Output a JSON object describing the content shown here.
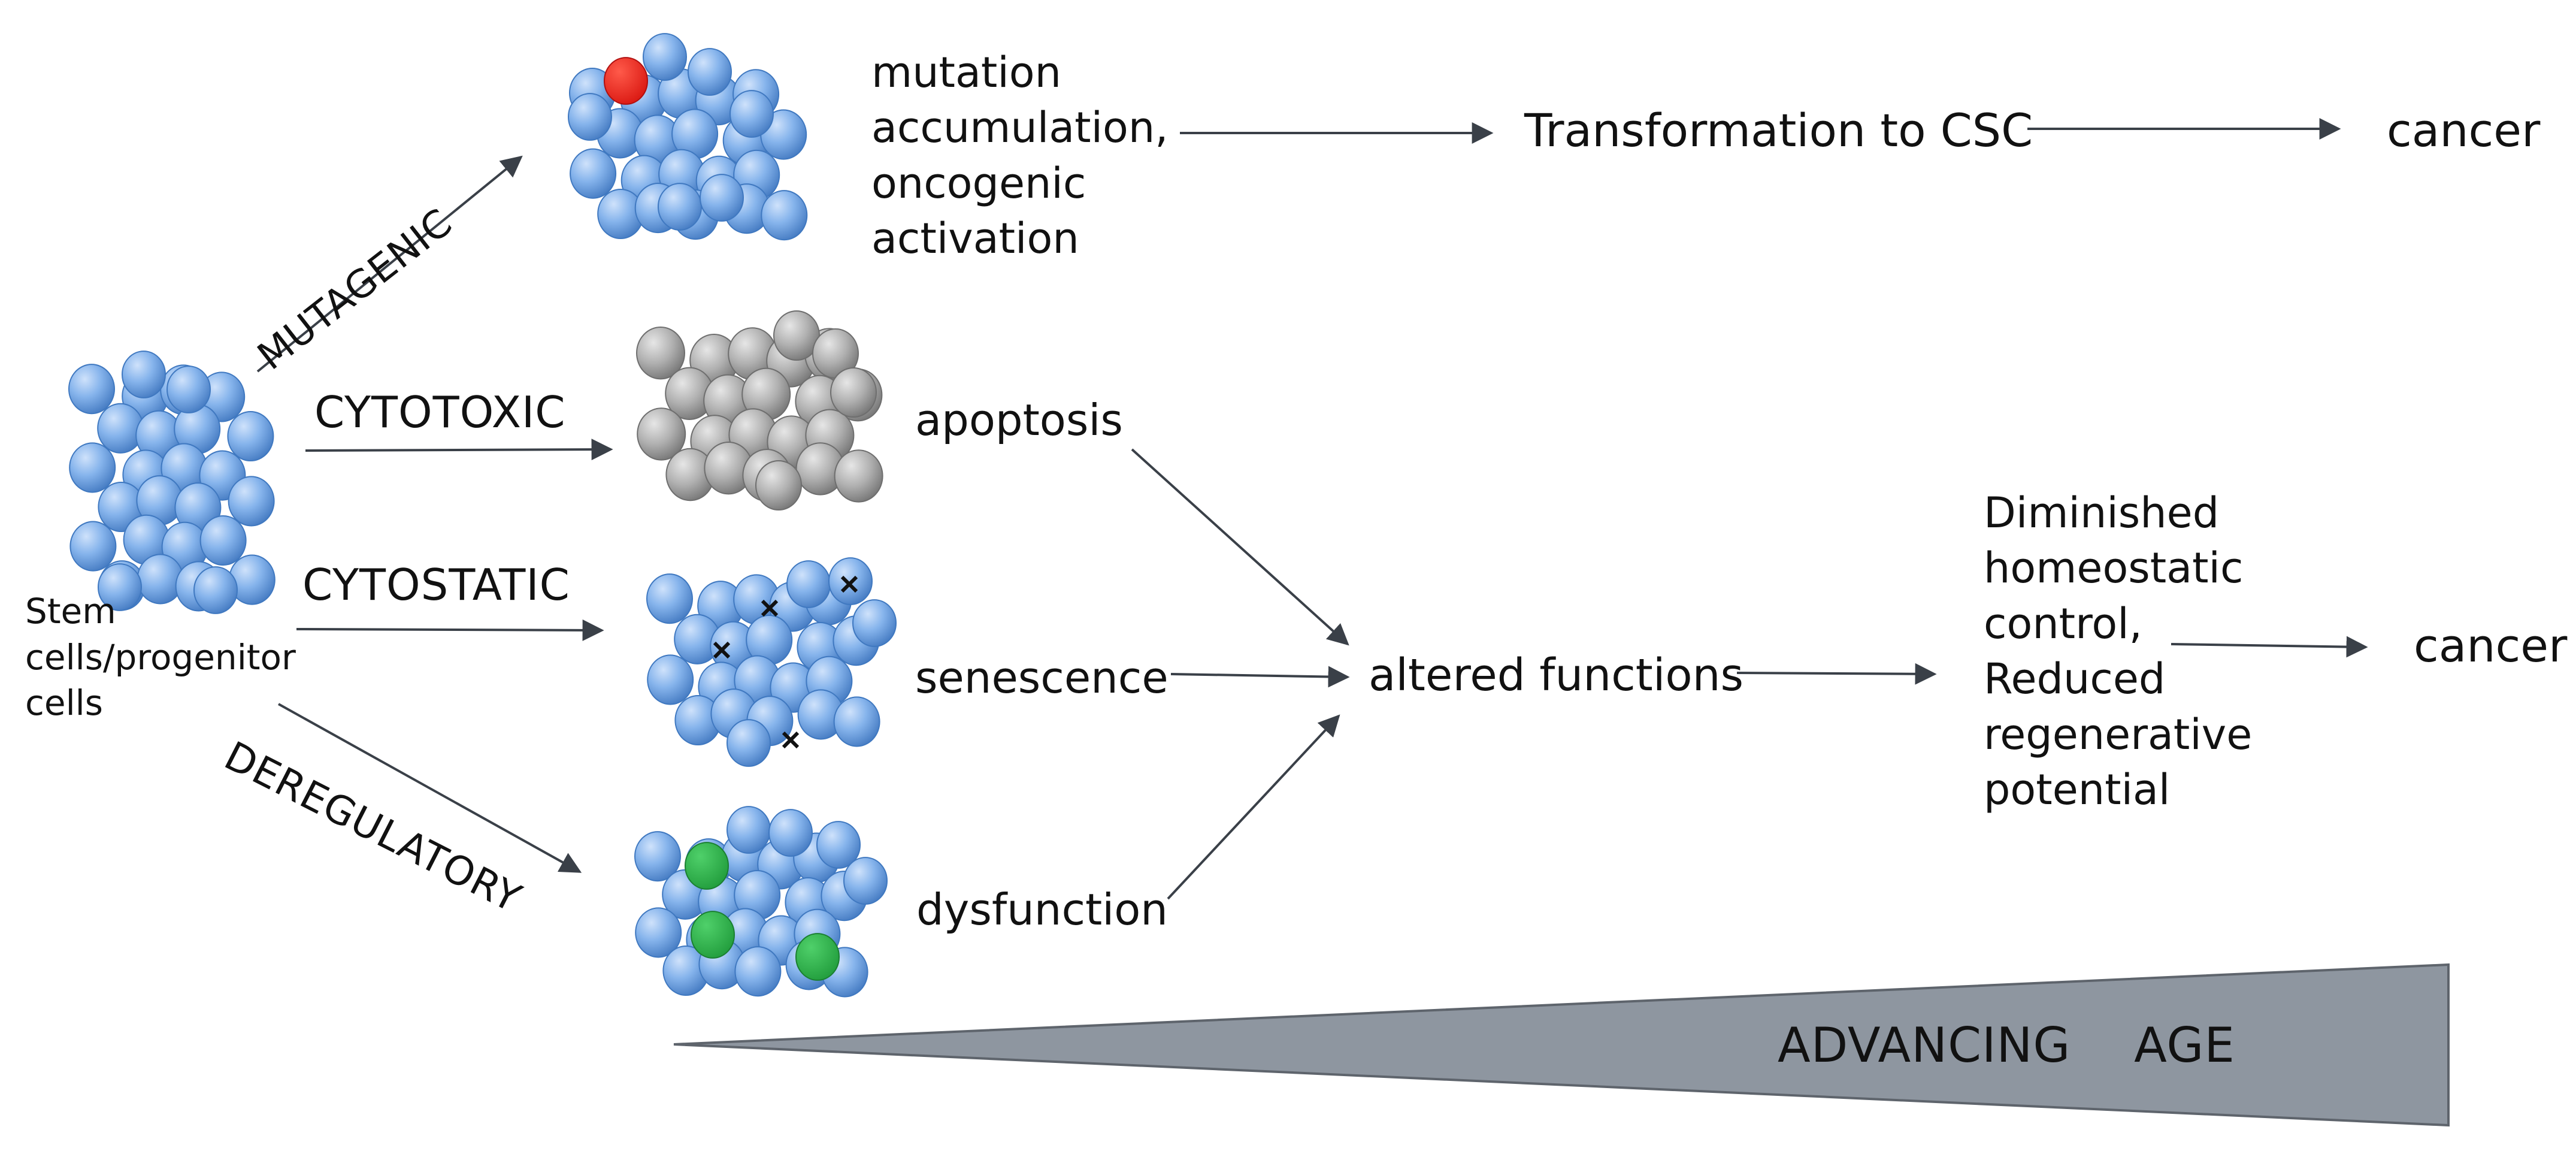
{
  "colors": {
    "cell_blue": "#7fb0e8",
    "cell_blue_dark": "#3f78c0",
    "cell_gray": "#a8a8a8",
    "cell_gray_dark": "#7a7a7a",
    "mutant_red": "#e8201c",
    "dysfunction_green": "#2db34a",
    "arrow": "#3a4048",
    "wedge": "#8e96a0",
    "wedge_edge": "#5e646c"
  },
  "labels": {
    "stem": "Stem\ncells/progenitor\ncells",
    "mutagenic": "MUTAGENIC",
    "cytotoxic": "CYTOTOXIC",
    "cytostatic": "CYTOSTATIC",
    "deregulatory": "DEREGULATORY",
    "mutation": "mutation\naccumulation,\noncogenic\nactivation",
    "transformation": "Transformation to CSC",
    "cancer_top": "cancer",
    "apoptosis": "apoptosis",
    "senescence": "senescence",
    "dysfunction": "dysfunction",
    "altered": "altered functions",
    "diminished": "Diminished\nhomeostatic\ncontrol,\nReduced\nregenerative\npotential",
    "cancer_bottom": "cancer",
    "age": "ADVANCING    AGE"
  },
  "icons": {
    "stem_cluster": "blue-cell-cluster-icon",
    "mutagenic_cluster": "blue-cell-cluster-with-red-cell-icon",
    "cytotoxic_cluster": "gray-cell-cluster-icon",
    "cytostatic_cluster": "blue-cell-cluster-with-x-marks-icon",
    "deregulatory_cluster": "blue-cell-cluster-with-green-cells-icon"
  }
}
